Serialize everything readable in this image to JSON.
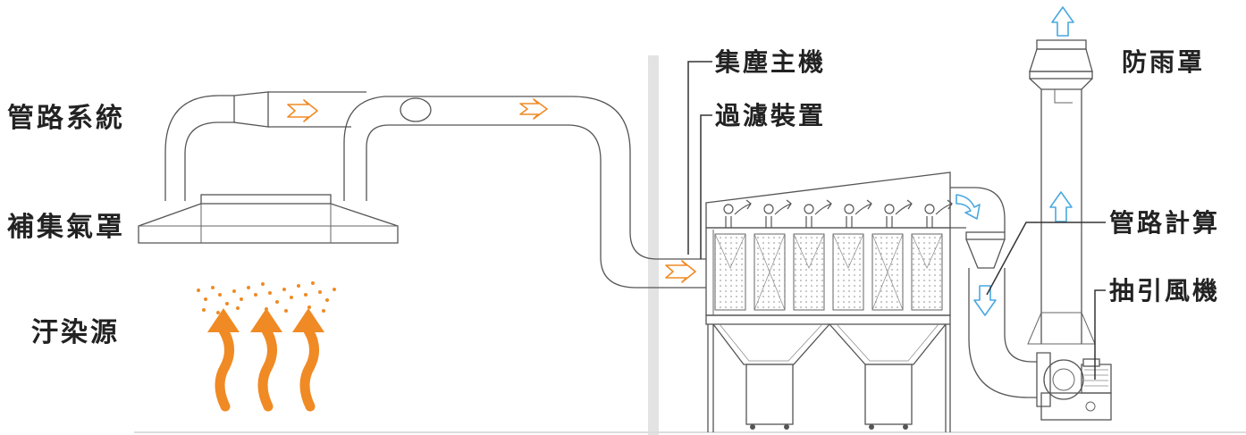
{
  "labels": {
    "pipe_system": "管路系統",
    "capture_hood": "補集氣罩",
    "pollution_source": "汙染源",
    "main_unit": "集塵主機",
    "filter_device": "過濾裝置",
    "rain_cap": "防雨罩",
    "pipe_calc": "管路計算",
    "exhaust_fan": "抽引風機"
  },
  "colors": {
    "flow_arrow": "#f08a24",
    "air_arrow": "#4aa8e0",
    "divider": "#e3e3e3",
    "line": "#555555"
  },
  "icons": {
    "flow_arrow": "double-chevron-arrow",
    "air_arrow": "outline-up-arrow",
    "fume": "wavy-up-arrow"
  }
}
